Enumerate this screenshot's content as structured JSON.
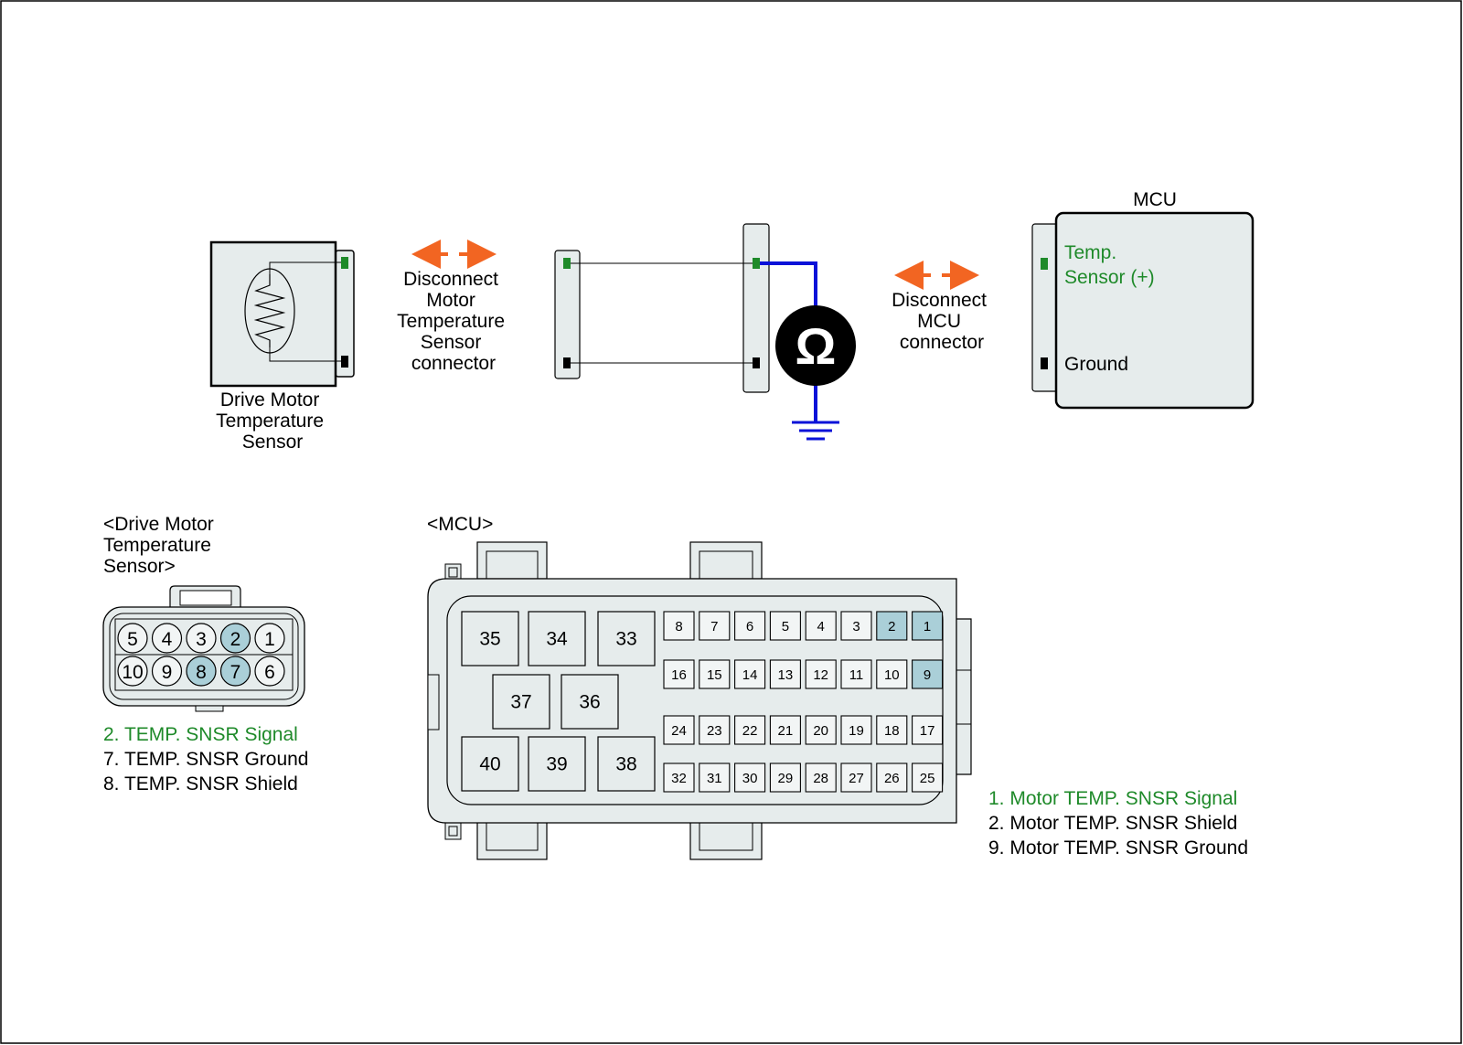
{
  "colors": {
    "signal_green": "#1f8a2a",
    "probe_blue": "#0a12d8",
    "arrow_orange": "#f26522",
    "body_fill": "#e6ecec",
    "highlight_pin": "#aacfd8"
  },
  "schematic": {
    "sensor_label": [
      "Drive Motor",
      "Temperature",
      "Sensor"
    ],
    "disconnect_sensor_label": [
      "Disconnect",
      "Motor",
      "Temperature",
      "Sensor",
      "connector"
    ],
    "disconnect_mcu_label": [
      "Disconnect",
      "MCU",
      "connector"
    ],
    "mcu_title": "MCU",
    "mcu_temp_sensor_label": [
      "Temp.",
      "Sensor (+)"
    ],
    "mcu_ground_label": "Ground",
    "meter_symbol": "Ω",
    "meter_icon": "ohmmeter-icon",
    "ground_icon": "ground-symbol-icon"
  },
  "sensor_connector": {
    "title": [
      "<Drive Motor",
      "Temperature",
      "Sensor>"
    ],
    "pins_top": [
      "5",
      "4",
      "3",
      "2",
      "1"
    ],
    "pins_bottom": [
      "10",
      "9",
      "8",
      "7",
      "6"
    ],
    "highlighted": [
      "2",
      "7",
      "8"
    ],
    "legend": [
      {
        "text": "2. TEMP. SNSR Signal",
        "highlight": true
      },
      {
        "text": "7. TEMP. SNSR Ground",
        "highlight": false
      },
      {
        "text": "8. TEMP. SNSR Shield",
        "highlight": false
      }
    ]
  },
  "mcu_connector": {
    "title": "<MCU>",
    "large_pins": [
      "35",
      "34",
      "33",
      "37",
      "36",
      "40",
      "39",
      "38"
    ],
    "row1": [
      "8",
      "7",
      "6",
      "5",
      "4",
      "3",
      "2",
      "1"
    ],
    "row2": [
      "16",
      "15",
      "14",
      "13",
      "12",
      "11",
      "10",
      "9"
    ],
    "row3": [
      "24",
      "23",
      "22",
      "21",
      "20",
      "19",
      "18",
      "17"
    ],
    "row4": [
      "32",
      "31",
      "30",
      "29",
      "28",
      "27",
      "26",
      "25"
    ],
    "highlighted": [
      "1",
      "2",
      "9"
    ],
    "legend": [
      {
        "text": "1. Motor TEMP. SNSR Signal",
        "highlight": true
      },
      {
        "text": "2. Motor TEMP. SNSR Shield",
        "highlight": false
      },
      {
        "text": "9. Motor TEMP. SNSR Ground",
        "highlight": false
      }
    ]
  }
}
